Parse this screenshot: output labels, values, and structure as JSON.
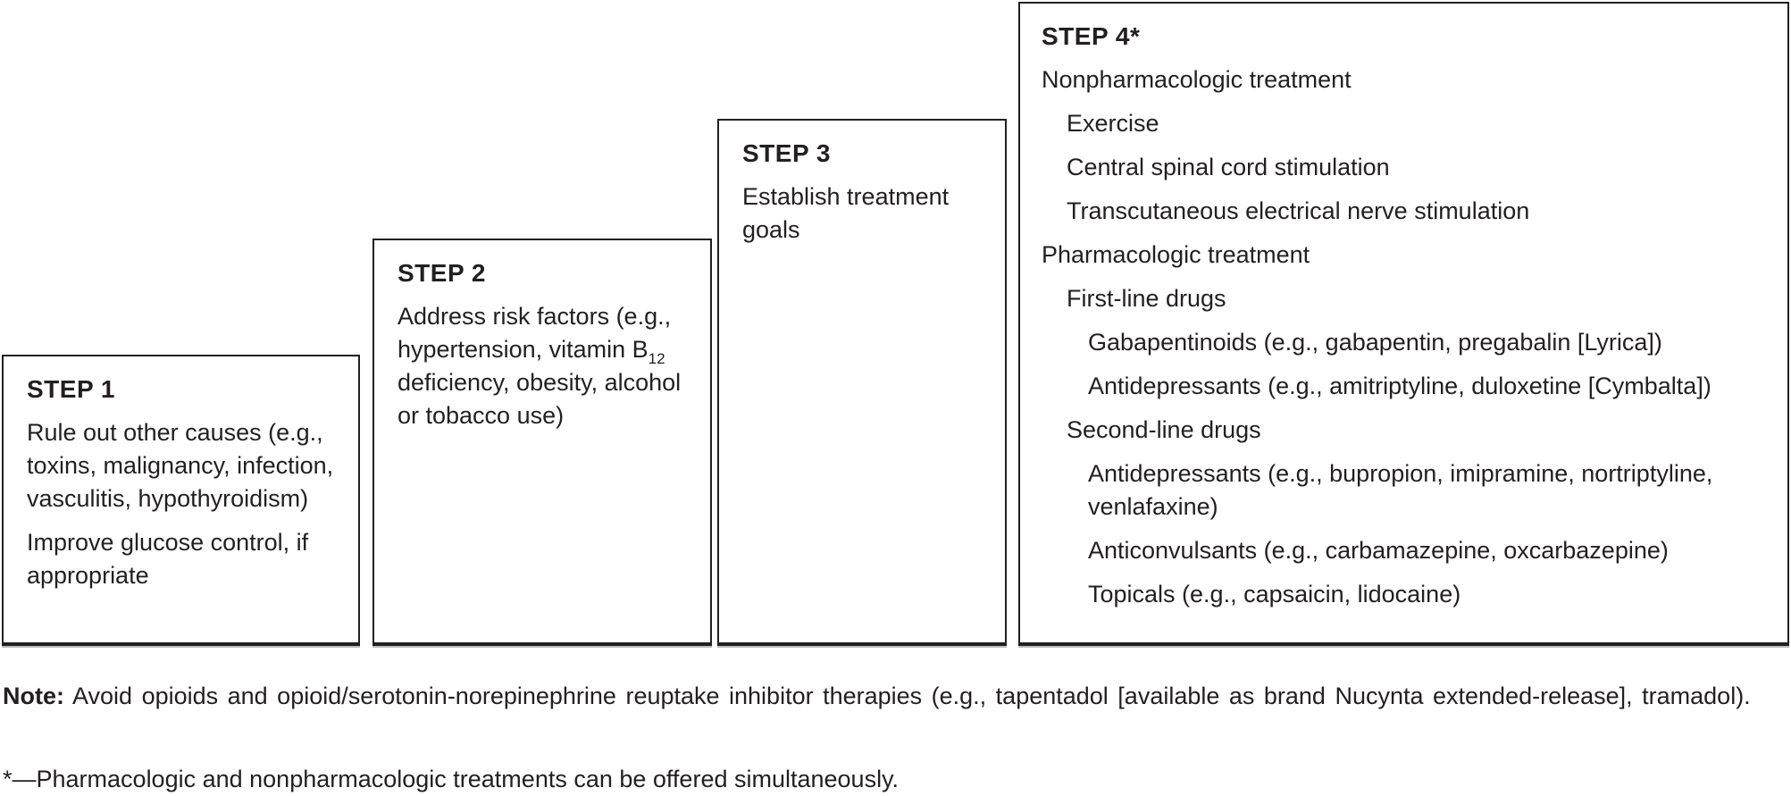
{
  "figure": {
    "steps": [
      {
        "title": "STEP 1",
        "items": [
          "Rule out other causes (e.g., toxins, malignancy, infection, vasculitis, hypothyroidism)",
          "Improve glucose control, if appropriate"
        ]
      },
      {
        "title": "STEP 2",
        "item": {
          "pre": "Address risk factors (e.g., hypertension, vitamin B",
          "sub": "12",
          "post": " deficiency, obesity, alcohol or tobacco use)"
        }
      },
      {
        "title": "STEP 3",
        "items": [
          "Establish treatment goals"
        ]
      },
      {
        "title": "STEP 4*",
        "items": [
          "Nonpharmacologic treatment",
          "Exercise",
          "Central spinal cord stimulation",
          "Transcutaneous electrical nerve stimulation",
          "Pharmacologic treatment",
          "First-line drugs",
          "Gabapentinoids (e.g., gabapentin, pregabalin [Lyrica])",
          "Antidepressants (e.g., amitriptyline, duloxetine [Cymbalta])",
          "Second-line drugs",
          "Antidepressants (e.g., bupropion, imipramine, nortriptyline, venlafaxine)",
          "Anticonvulsants (e.g., carbamazepine, oxcarbazepine)",
          "Topicals (e.g., capsaicin, lidocaine)"
        ]
      }
    ],
    "note": {
      "label": "Note:",
      "text": "Avoid opioids and opioid/serotonin-norepinephrine reuptake inhibitor therapies (e.g., tapentadol [available as brand Nucynta extended-release], tramadol)."
    },
    "footnote": "*—Pharmacologic and nonpharmacologic treatments can be offered simultaneously."
  },
  "colors": {
    "text": "#231f20",
    "border": "#231f20",
    "background": "#ffffff"
  }
}
